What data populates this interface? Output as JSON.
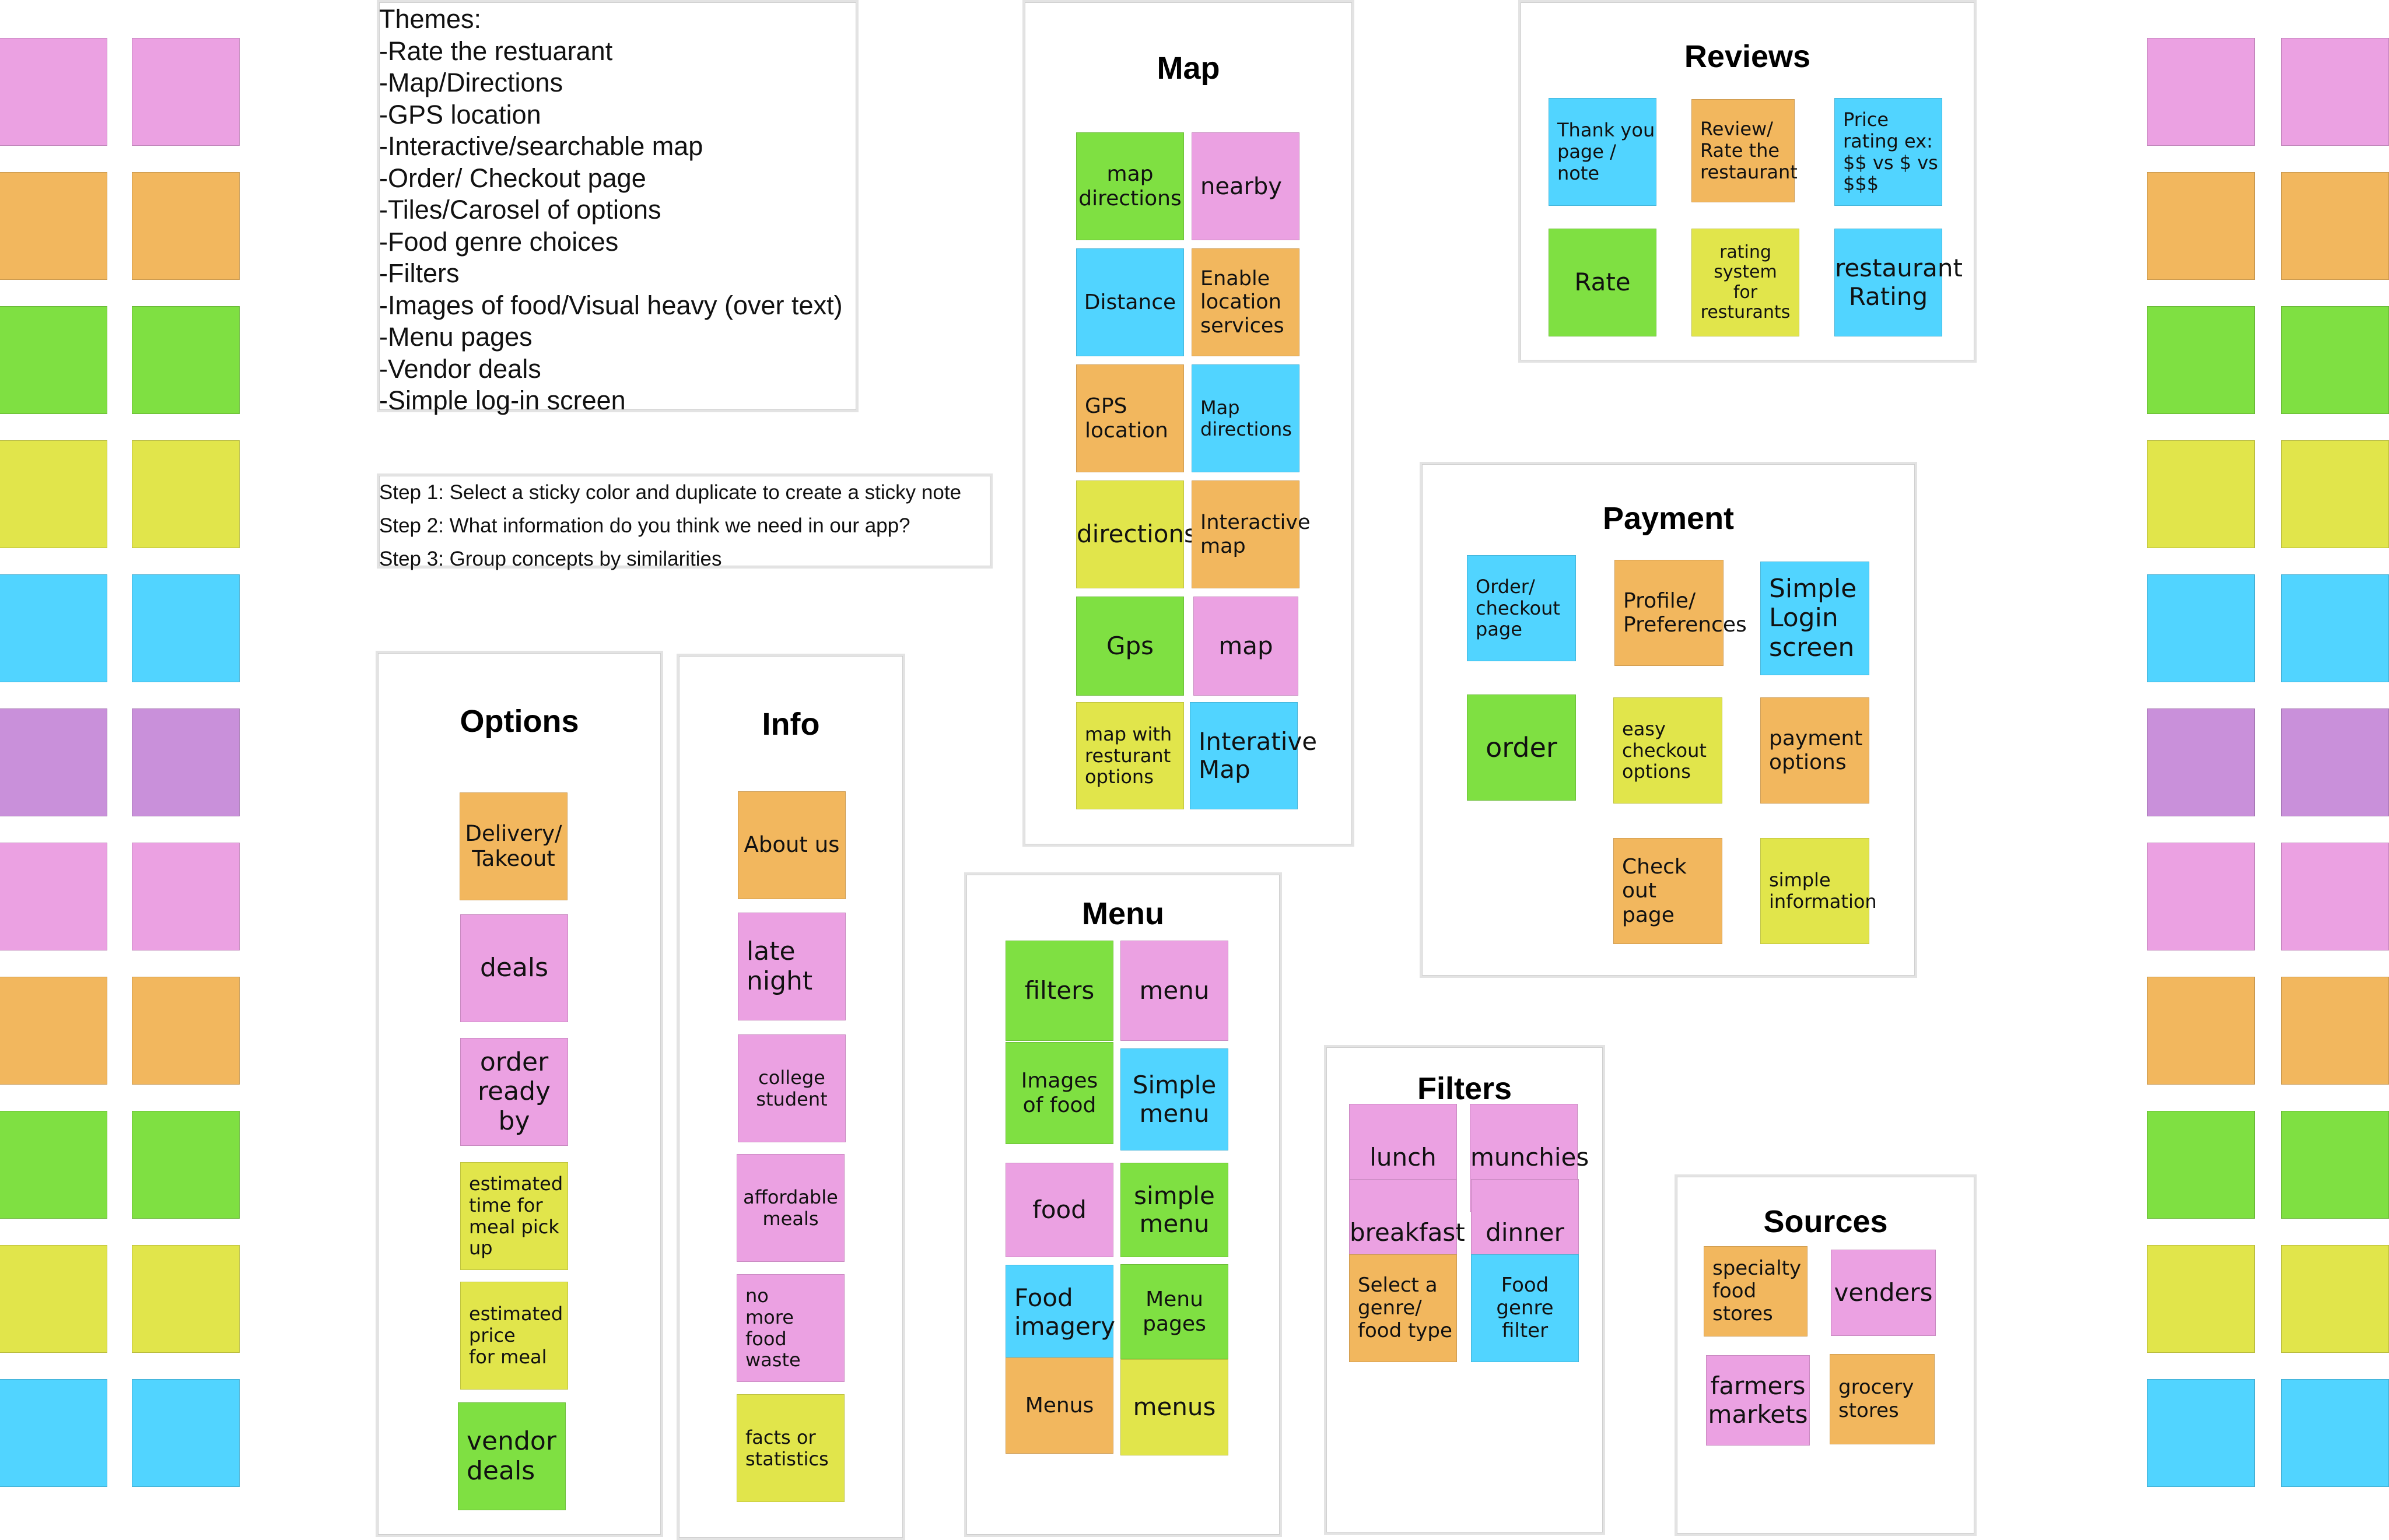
{
  "palette": {
    "colors": {
      "pink": "#eba1e2",
      "orange": "#f2b75e",
      "green": "#7fe042",
      "yellow": "#e1e54b",
      "blue": "#51d4ff",
      "purple": "#c990da"
    },
    "rows": [
      "pink",
      "orange",
      "green",
      "yellow",
      "blue",
      "purple",
      "pink",
      "orange",
      "green",
      "yellow",
      "blue"
    ]
  },
  "themes": {
    "heading": "Themes:",
    "items": [
      "-Rate the restuarant",
      "-Map/Directions",
      "-GPS location",
      "-Interactive/searchable map",
      "-Order/ Checkout page",
      "-Tiles/Carosel of options",
      "-Food genre choices",
      "-Filters",
      "-Images of food/Visual heavy (over text)",
      "-Menu pages",
      "-Vendor deals",
      "-Simple log-in screen"
    ]
  },
  "steps": [
    "Step 1: Select a sticky color and duplicate to create a sticky note",
    "Step 2: What information do you think we need in our app?",
    "Step 3: Group concepts by similarities"
  ],
  "groups": {
    "map": {
      "title": "Map",
      "notes": [
        {
          "text": "map\ndirections",
          "color": "green"
        },
        {
          "text": "nearby",
          "color": "pink"
        },
        {
          "text": "Distance",
          "color": "blue"
        },
        {
          "text": "Enable\nlocation\nservices",
          "color": "orange"
        },
        {
          "text": "GPS\nlocation",
          "color": "orange"
        },
        {
          "text": "Map\ndirections",
          "color": "blue"
        },
        {
          "text": "directions",
          "color": "yellow"
        },
        {
          "text": "Interactive\nmap",
          "color": "orange"
        },
        {
          "text": "Gps",
          "color": "green"
        },
        {
          "text": "map",
          "color": "pink"
        },
        {
          "text": "map with\nresturant\noptions",
          "color": "yellow"
        },
        {
          "text": "Interative\nMap",
          "color": "blue"
        }
      ]
    },
    "reviews": {
      "title": "Reviews",
      "notes": [
        {
          "text": "Thank you\npage /\nnote",
          "color": "blue"
        },
        {
          "text": "Review/\nRate the\nrestaurant",
          "color": "orange"
        },
        {
          "text": "Price\nrating ex:\n$$ vs $ vs\n$$$",
          "color": "blue"
        },
        {
          "text": "Rate",
          "color": "green"
        },
        {
          "text": "rating system\nfor resturants",
          "color": "yellow"
        },
        {
          "text": "restaurant\nRating",
          "color": "blue"
        }
      ]
    },
    "payment": {
      "title": "Payment",
      "notes": [
        {
          "text": "Order/\ncheckout\npage",
          "color": "blue"
        },
        {
          "text": "Profile/\nPreferences",
          "color": "orange"
        },
        {
          "text": "Simple\nLogin\nscreen",
          "color": "blue"
        },
        {
          "text": "order",
          "color": "green"
        },
        {
          "text": "easy\ncheckout\noptions",
          "color": "yellow"
        },
        {
          "text": "payment\noptions",
          "color": "orange"
        },
        {
          "text": "Check out\npage",
          "color": "orange"
        },
        {
          "text": "simple\ninformation",
          "color": "yellow"
        }
      ]
    },
    "options": {
      "title": "Options",
      "notes": [
        {
          "text": "Delivery/\nTakeout",
          "color": "orange"
        },
        {
          "text": "deals",
          "color": "pink"
        },
        {
          "text": "order\nready\nby",
          "color": "pink"
        },
        {
          "text": "estimated\ntime for\nmeal pick\nup",
          "color": "yellow"
        },
        {
          "text": "estimated\nprice\nfor meal",
          "color": "yellow"
        },
        {
          "text": "vendor\ndeals",
          "color": "green"
        }
      ]
    },
    "info": {
      "title": "Info",
      "notes": [
        {
          "text": "About us",
          "color": "orange"
        },
        {
          "text": "late\nnight",
          "color": "pink"
        },
        {
          "text": "college\nstudent",
          "color": "pink"
        },
        {
          "text": "affordable\nmeals",
          "color": "pink"
        },
        {
          "text": "no\nmore\nfood\nwaste",
          "color": "pink"
        },
        {
          "text": "facts or\nstatistics",
          "color": "yellow"
        }
      ]
    },
    "menu": {
      "title": "Menu",
      "notes": [
        {
          "text": "filters",
          "color": "green"
        },
        {
          "text": "menu",
          "color": "pink"
        },
        {
          "text": "Images\nof food",
          "color": "green"
        },
        {
          "text": "Simple\nmenu",
          "color": "blue"
        },
        {
          "text": "food",
          "color": "pink"
        },
        {
          "text": "simple\nmenu",
          "color": "green"
        },
        {
          "text": "Food\nimagery",
          "color": "blue"
        },
        {
          "text": "Menu\npages",
          "color": "green"
        },
        {
          "text": "Menus",
          "color": "orange"
        },
        {
          "text": "menus",
          "color": "yellow"
        }
      ]
    },
    "filters": {
      "title": "Filters",
      "notes": [
        {
          "text": "lunch",
          "color": "pink"
        },
        {
          "text": "munchies",
          "color": "pink"
        },
        {
          "text": "breakfast",
          "color": "pink"
        },
        {
          "text": "dinner",
          "color": "pink"
        },
        {
          "text": "Select a\ngenre/\nfood type",
          "color": "orange"
        },
        {
          "text": "Food\ngenre\nfilter",
          "color": "blue"
        }
      ]
    },
    "sources": {
      "title": "Sources",
      "notes": [
        {
          "text": "specialty\nfood stores",
          "color": "orange"
        },
        {
          "text": "venders",
          "color": "pink"
        },
        {
          "text": "farmers\nmarkets",
          "color": "pink"
        },
        {
          "text": "grocery\nstores",
          "color": "orange"
        }
      ]
    }
  }
}
